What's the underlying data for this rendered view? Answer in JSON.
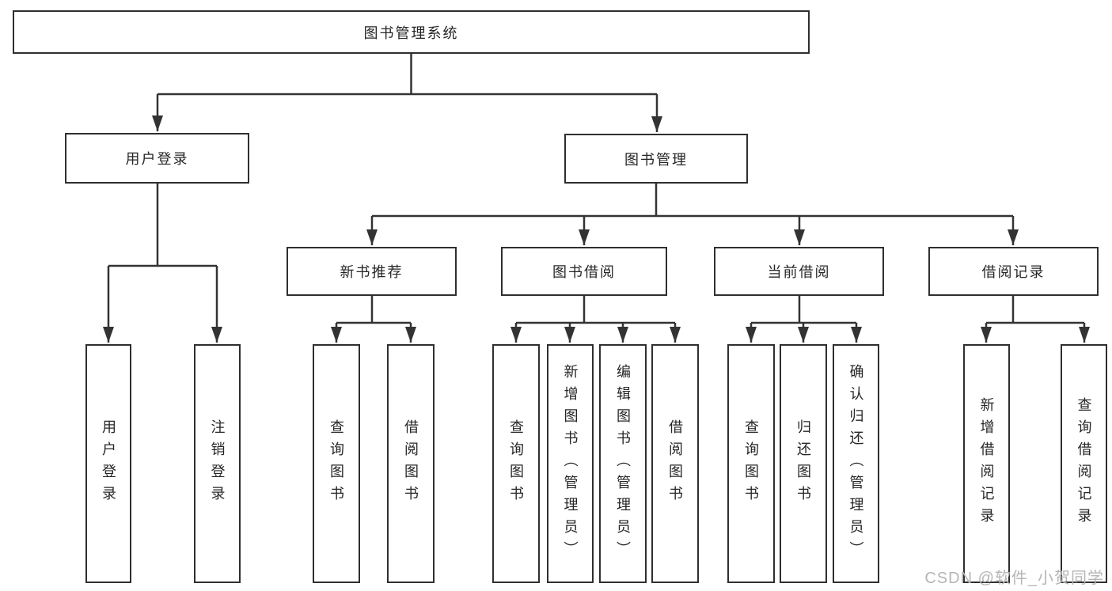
{
  "tree": {
    "label": "图书管理系统",
    "children": [
      {
        "label": "用户登录",
        "children": [
          {
            "label": "用户登录"
          },
          {
            "label": "注销登录"
          }
        ]
      },
      {
        "label": "图书管理",
        "children": [
          {
            "label": "新书推荐",
            "children": [
              {
                "label": "查询图书"
              },
              {
                "label": "借阅图书"
              }
            ]
          },
          {
            "label": "图书借阅",
            "children": [
              {
                "label": "查询图书"
              },
              {
                "label": "新增图书（管理员）"
              },
              {
                "label": "编辑图书（管理员）"
              },
              {
                "label": "借阅图书"
              }
            ]
          },
          {
            "label": "当前借阅",
            "children": [
              {
                "label": "查询图书"
              },
              {
                "label": "归还图书"
              },
              {
                "label": "确认归还（管理员）"
              }
            ]
          },
          {
            "label": "借阅记录",
            "children": [
              {
                "label": "新增借阅记录"
              },
              {
                "label": "查询借阅记录"
              }
            ]
          }
        ]
      }
    ]
  },
  "watermark": {
    "text": "CSDN @软件_小贺同学"
  },
  "colors": {
    "line": "#333333",
    "box_border": "#2f2f2f",
    "text": "#262626",
    "watermark": "#b5b5b5"
  }
}
